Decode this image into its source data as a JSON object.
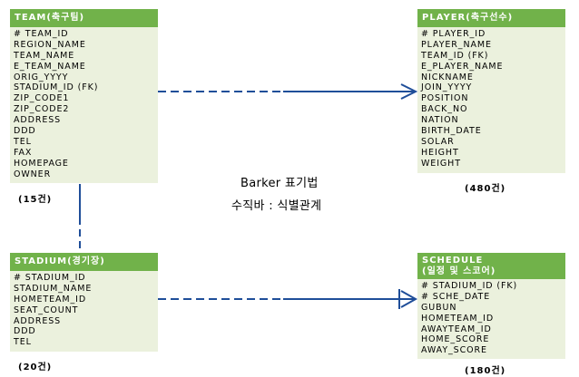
{
  "entities": {
    "team": {
      "title": "TEAM(축구팀)",
      "attributes": [
        "# TEAM_ID",
        "REGION_NAME",
        "TEAM_NAME",
        "E_TEAM_NAME",
        "ORIG_YYYY",
        "STADIUM_ID (FK)",
        "ZIP_CODE1",
        "ZIP_CODE2",
        "ADDRESS",
        "DDD",
        "TEL",
        "FAX",
        "HOMEPAGE",
        "OWNER"
      ],
      "count": "(15건)"
    },
    "player": {
      "title": "PLAYER(축구선수)",
      "attributes": [
        "# PLAYER_ID",
        "PLAYER_NAME",
        "TEAM_ID (FK)",
        "E_PLAYER_NAME",
        "NICKNAME",
        "JOIN_YYYY",
        "POSITION",
        "BACK_NO",
        "NATION",
        "BIRTH_DATE",
        "SOLAR",
        "HEIGHT",
        "WEIGHT"
      ],
      "count": "(480건)"
    },
    "stadium": {
      "title": "STADIUM(경기장)",
      "attributes": [
        "# STADIUM_ID",
        "STADIUM_NAME",
        "HOMETEAM_ID",
        "SEAT_COUNT",
        "ADDRESS",
        "DDD",
        "TEL"
      ],
      "count": "(20건)"
    },
    "schedule": {
      "title_line1": "SCHEDULE",
      "title_line2": "(일정 및 스코어)",
      "attributes": [
        "# STADIUM_ID (FK)",
        "# SCHE_DATE",
        "GUBUN",
        "HOMETEAM_ID",
        "AWAYTEAM_ID",
        "HOME_SCORE",
        "AWAY_SCORE"
      ],
      "count": "(180건)"
    }
  },
  "notes": {
    "notation": "Barker 표기법",
    "vertical_bar": "수직바 : 식별관계"
  },
  "colors": {
    "header": "#71B24A",
    "body": "#EBF1DD",
    "line": "#1F4E99"
  }
}
